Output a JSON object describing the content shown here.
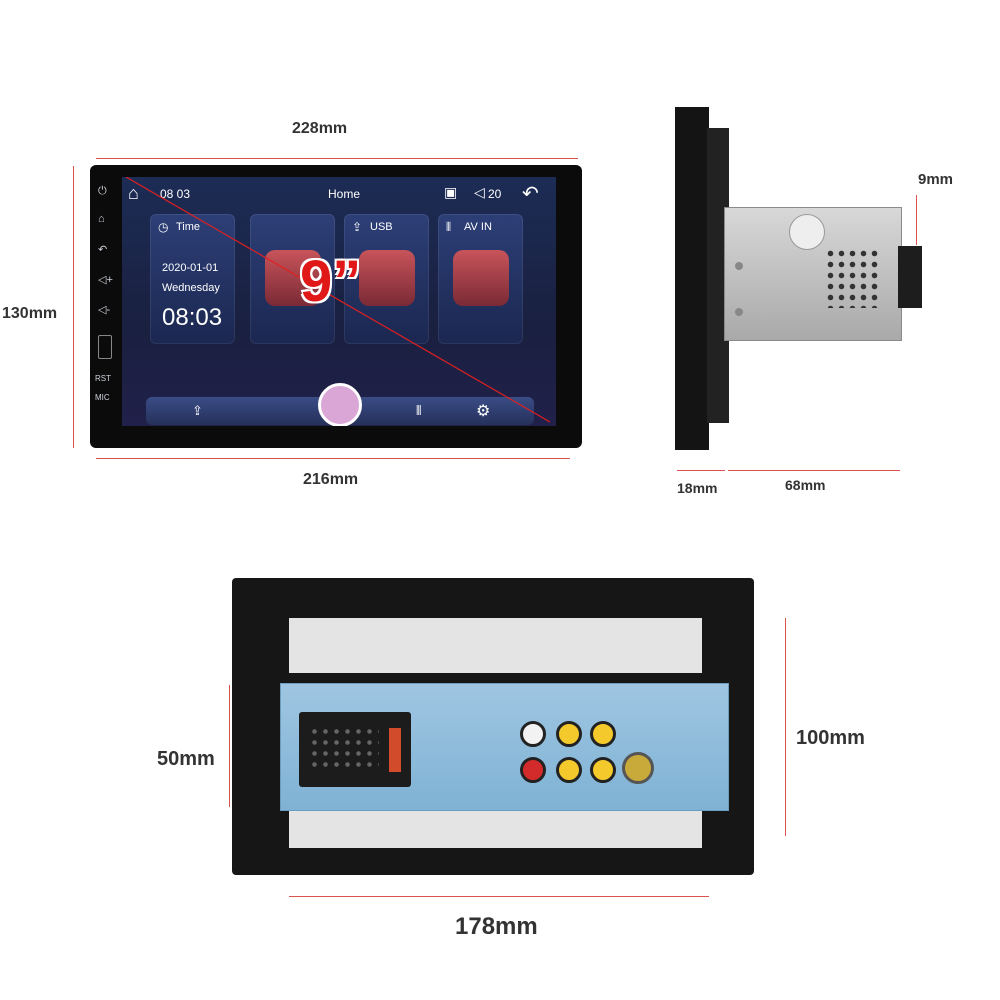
{
  "dimensions": {
    "front_width_top": "228mm",
    "front_height": "130mm",
    "front_width_bottom": "216mm",
    "side_depth_rear": "9mm",
    "side_face_thickness": "18mm",
    "side_body_depth": "68mm",
    "back_height_left": "50mm",
    "back_height_right": "100mm",
    "back_width": "178mm"
  },
  "screen": {
    "clock_short": "08 03",
    "home_title": "Home",
    "volume": "20",
    "tiles": [
      {
        "label": "Time",
        "icon": "clock-icon"
      },
      {
        "label": "",
        "icon": "bluetooth-icon"
      },
      {
        "label": "USB",
        "icon": "usb-icon"
      },
      {
        "label": "AV IN",
        "icon": "av-in-icon"
      }
    ],
    "date": "2020-01-01",
    "weekday": "Wednesday",
    "time_big": "08:03"
  },
  "side_buttons": {
    "rst": "RST",
    "mic": "MIC"
  },
  "badge": {
    "size": "9”"
  },
  "colors": {
    "dimension_line": "#d9534f",
    "badge_red": "#e01818"
  }
}
